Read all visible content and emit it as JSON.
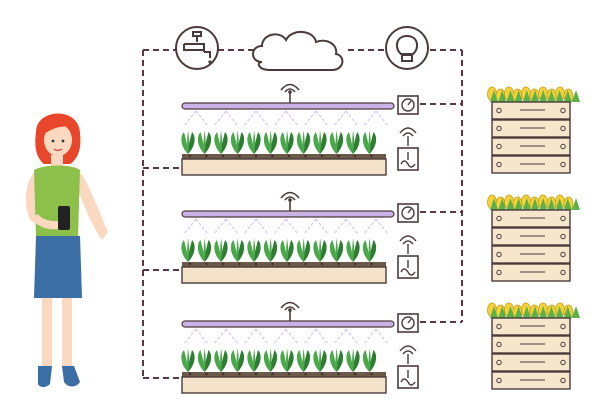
{
  "scene": {
    "description_free": true,
    "colors": {
      "outline": "#4a3b3b",
      "connector": "#5a3a3e",
      "tray": "#f4e3c8",
      "soil": "#6b5a4a",
      "plant": "#4aa84a",
      "plant_dark": "#2e7d32",
      "light_bar": "#cbb2e6",
      "light_ray": "#d8c4ef",
      "crate": "#f6e7cc",
      "corn": "#f7d23a",
      "corn_leaf": "#5cb24a",
      "hair": "#e8472b",
      "skin": "#fbd9c0",
      "top": "#8cc04a",
      "skirt": "#3a6ea5",
      "shoe": "#3a6ea5",
      "phone": "#222222"
    },
    "hub_icons": [
      "water-tap-icon",
      "cloud-icon",
      "light-bulb-icon"
    ],
    "shelf_count": 3,
    "crate_count": 3,
    "plants_per_shelf": 12,
    "shelf_icons": [
      "gauge-icon",
      "wireless-sensor-icon",
      "temperature-sensor-icon"
    ]
  }
}
